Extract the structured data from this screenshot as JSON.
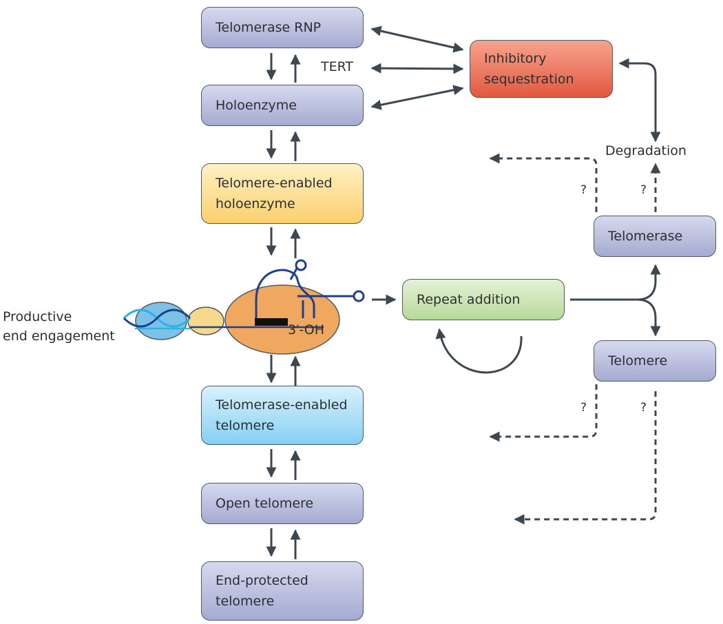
{
  "boxes": {
    "telomerase_rnp": "Telomerase RNP",
    "holoenzyme": "Holoenzyme",
    "telomere_enabled_holoenzyme": [
      "Telomere-enabled",
      "holoenzyme"
    ],
    "telomerase_enabled_telomere": [
      "Telomerase-enabled",
      "telomere"
    ],
    "open_telomere": "Open telomere",
    "end_protected_telomere": [
      "End-protected",
      "telomere"
    ],
    "inhibitory_sequestration": [
      "Inhibitory",
      "sequestration"
    ],
    "repeat_addition": "Repeat addition",
    "telomerase": "Telomerase",
    "telomere": "Telomere"
  },
  "labels": {
    "tert": "TERT",
    "degradation": "Degradation",
    "three_prime_oh": "3′-OH",
    "productive_end_engagement": [
      "Productive",
      "end engagement"
    ],
    "question_mark": "?"
  },
  "colors": {
    "purple_box": "#a5aad1",
    "yellow_box": "#fbcf6e",
    "blue_box": "#86d0f3",
    "green_box": "#b7d999",
    "red_box": "#e2583f",
    "arrow": "#3d4750",
    "rna": "#1f3f8a",
    "dna_cyan": "#2bb3e6",
    "dna_dark": "#1f3f8a",
    "core_orange": "#f0a860",
    "blue_oval": "#7cc2e8",
    "yellow_oval": "#f8d88a"
  }
}
